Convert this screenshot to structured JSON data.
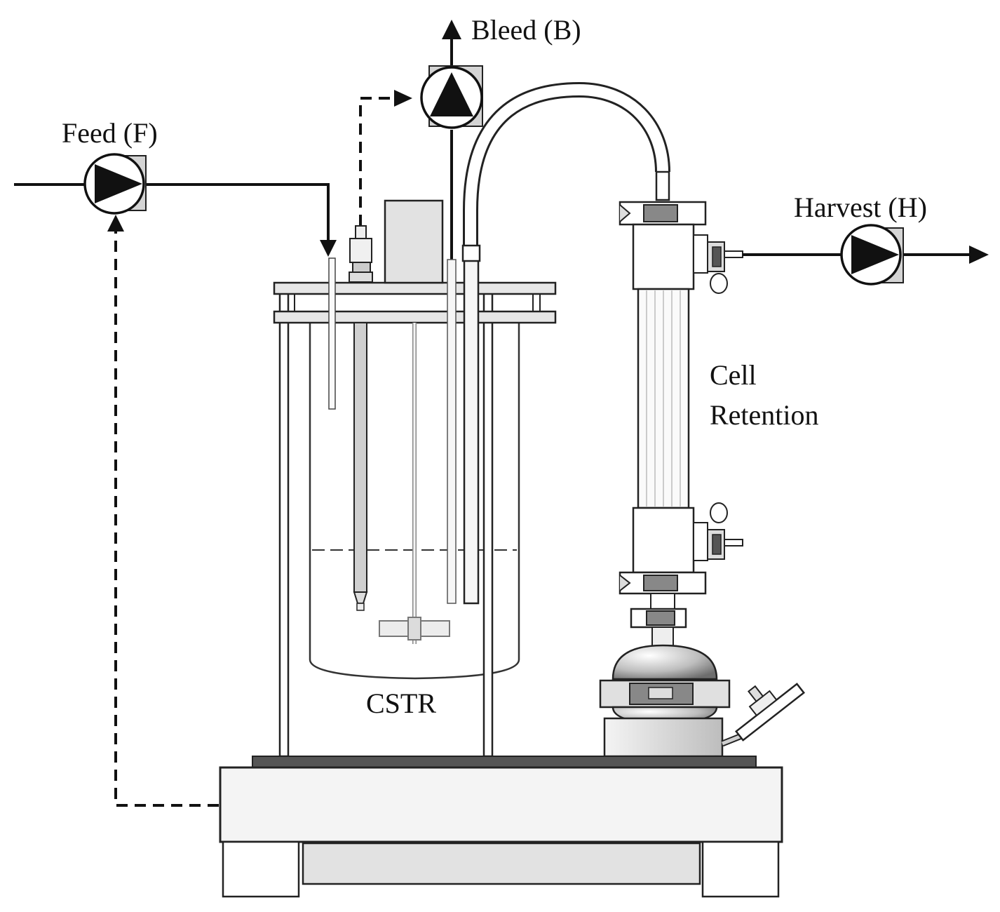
{
  "labels": {
    "bleed": "Bleed (B)",
    "feed": "Feed (F)",
    "harvest": "Harvest (H)",
    "cell_line1": "Cell",
    "cell_line2": "Retention",
    "cstr": "CSTR"
  },
  "colors": {
    "stroke": "#111111",
    "light_gray": "#eeeeee",
    "mid_gray": "#d6d6d6",
    "dark_gray": "#555555"
  }
}
